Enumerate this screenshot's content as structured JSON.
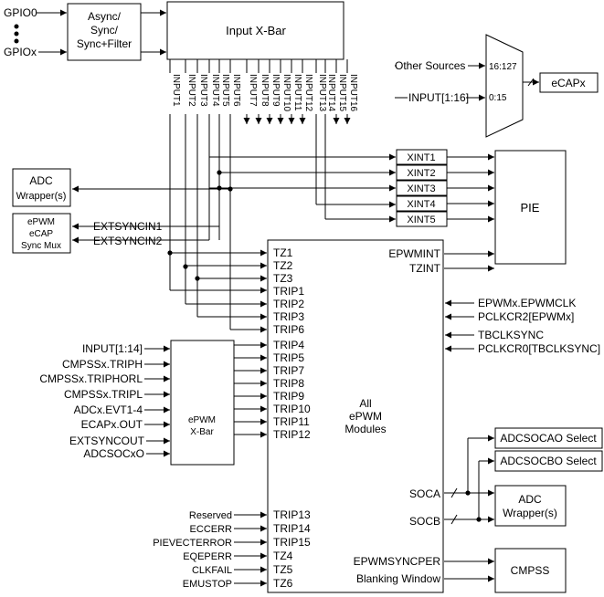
{
  "gpio": {
    "top": "GPIO0",
    "bottom": "GPIOx"
  },
  "async_box": {
    "line1": "Async/",
    "line2": "Sync/",
    "line3": "Sync+Filter"
  },
  "input_xbar": {
    "title": "Input X-Bar"
  },
  "xbar_outputs": [
    "INPUT1",
    "INPUT2",
    "INPUT3",
    "INPUT4",
    "INPUT5",
    "INPUT6",
    "INPUT7",
    "INPUT8",
    "INPUT9",
    "INPUT10",
    "INPUT11",
    "INPUT12",
    "INPUT13",
    "INPUT14",
    "INPUT15",
    "INPUT16"
  ],
  "ecap_mux": {
    "other_sources": "Other Sources",
    "other_range": "16:127",
    "input_label": "INPUT[1:16]",
    "input_range": "0:15",
    "output": "eCAPx"
  },
  "adc_wrapper_left": {
    "line1": "ADC",
    "line2": "Wrapper(s)"
  },
  "sync_mux": {
    "line1": "ePWM",
    "line2": "eCAP",
    "line3": "Sync Mux"
  },
  "extsync": [
    "EXTSYNCIN1",
    "EXTSYNCIN2"
  ],
  "xint": [
    "XINT1",
    "XINT2",
    "XINT3",
    "XINT4",
    "XINT5"
  ],
  "pie": {
    "label": "PIE"
  },
  "epwm_module": {
    "line1": "All",
    "line2": "ePWM",
    "line3": "Modules",
    "inputs": [
      "TZ1",
      "TZ2",
      "TZ3",
      "TRIP1",
      "TRIP2",
      "TRIP3",
      "TRIP6",
      "TRIP4",
      "TRIP5",
      "TRIP7",
      "TRIP8",
      "TRIP9",
      "TRIP10",
      "TRIP11",
      "TRIP12",
      "TRIP13",
      "TRIP14",
      "TRIP15",
      "TZ4",
      "TZ5",
      "TZ6"
    ],
    "epwmint": "EPWMINT",
    "tzint": "TZINT",
    "soca": "SOCA",
    "socb": "SOCB",
    "epwmsyncper": "EPWMSYNCPER",
    "blanking": "Blanking Window"
  },
  "right_inputs": [
    "EPWMx.EPWMCLK",
    "PCLKCR2[EPWMx]",
    "TBCLKSYNC",
    "PCLKCR0[TBCLKSYNC]"
  ],
  "epwm_xbar": {
    "line1": "ePWM",
    "line2": "X-Bar",
    "inputs": [
      "INPUT[1:14]",
      "CMPSSx.TRIPH",
      "CMPSSx.TRIPHORL",
      "CMPSSx.TRIPL",
      "ADCx.EVT1-4",
      "ECAPx.OUT",
      "EXTSYNCOUT",
      "ADCSOCxO"
    ]
  },
  "bottom_sources": [
    "Reserved",
    "ECCERR",
    "PIEVECTERROR",
    "EQEPERR",
    "CLKFAIL",
    "EMUSTOP"
  ],
  "adcsoc": [
    "ADCSOCAO Select",
    "ADCSOCBO Select"
  ],
  "adc_wrapper_right": {
    "line1": "ADC",
    "line2": "Wrapper(s)"
  },
  "cmpss": {
    "label": "CMPSS"
  }
}
